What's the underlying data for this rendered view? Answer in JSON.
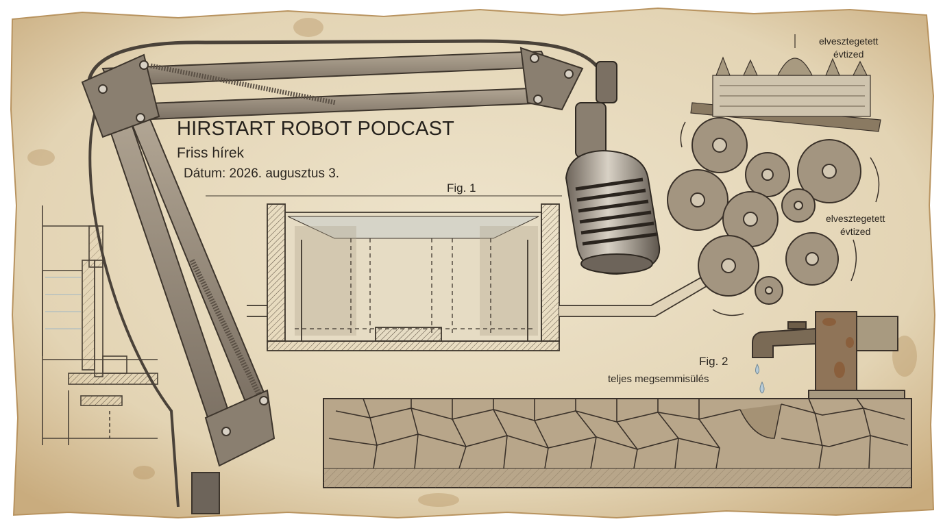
{
  "poster": {
    "title": "HIRSTART ROBOT PODCAST",
    "subtitle": "Friss hírek",
    "date_line": "Dátum: 2026. augusztus 3."
  },
  "figures": {
    "fig1_label": "Fig. 1",
    "fig2_label": "Fig. 2",
    "fig2_caption": "teljes megsemmisülés"
  },
  "annotations": {
    "top": {
      "line1": "elvesztegetett",
      "line2": "évtized"
    },
    "middle": {
      "line1": "elvesztegetett",
      "line2": "évtized"
    }
  },
  "illustration": {
    "elements": [
      "microphone-boom-arm",
      "vintage-microphone",
      "water-tank-cross-section",
      "pipe",
      "gear-cluster",
      "parliament-building",
      "rusty-faucet",
      "water-drops",
      "cracked-dry-earth",
      "plumbing-blueprint"
    ]
  },
  "palette": {
    "paper": "#e8dcc0",
    "paper_edge": "#c9a878",
    "ink": "#2b2620",
    "metal": "#9a8f80",
    "rust": "#8a5a36",
    "earth": "#b8a68a",
    "water": "#9fb6c4"
  }
}
